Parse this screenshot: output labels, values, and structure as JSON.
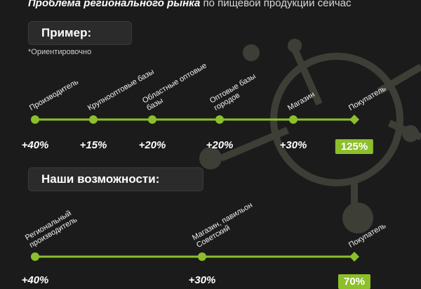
{
  "title": {
    "bold": "Проблема регионального рынка",
    "normal": " по пищевой продукции сейчас"
  },
  "example_box": "Пример:",
  "note": "*Ориентировочно",
  "example": {
    "labels": [
      "Производитель",
      "Крупнооптовые базы",
      "Областные оптовые\nбазы",
      "Оптовые базы\nгородов",
      "Магазин",
      "Покупатель"
    ],
    "values": [
      "+40%",
      "+15%",
      "+20%",
      "+20%",
      "+30%",
      "125%"
    ]
  },
  "possibilities_box": "Наши возможности:",
  "possibilities": {
    "labels": [
      "Региональный\nпроизводитель",
      "Магазин, павильон\nСоветский",
      "Покупатель"
    ],
    "values": [
      "+40%",
      "+30%",
      "70%"
    ]
  },
  "colors": {
    "accent": "#8dbf2b",
    "deco": "#3d3f37",
    "background": "#1b1b1b"
  }
}
